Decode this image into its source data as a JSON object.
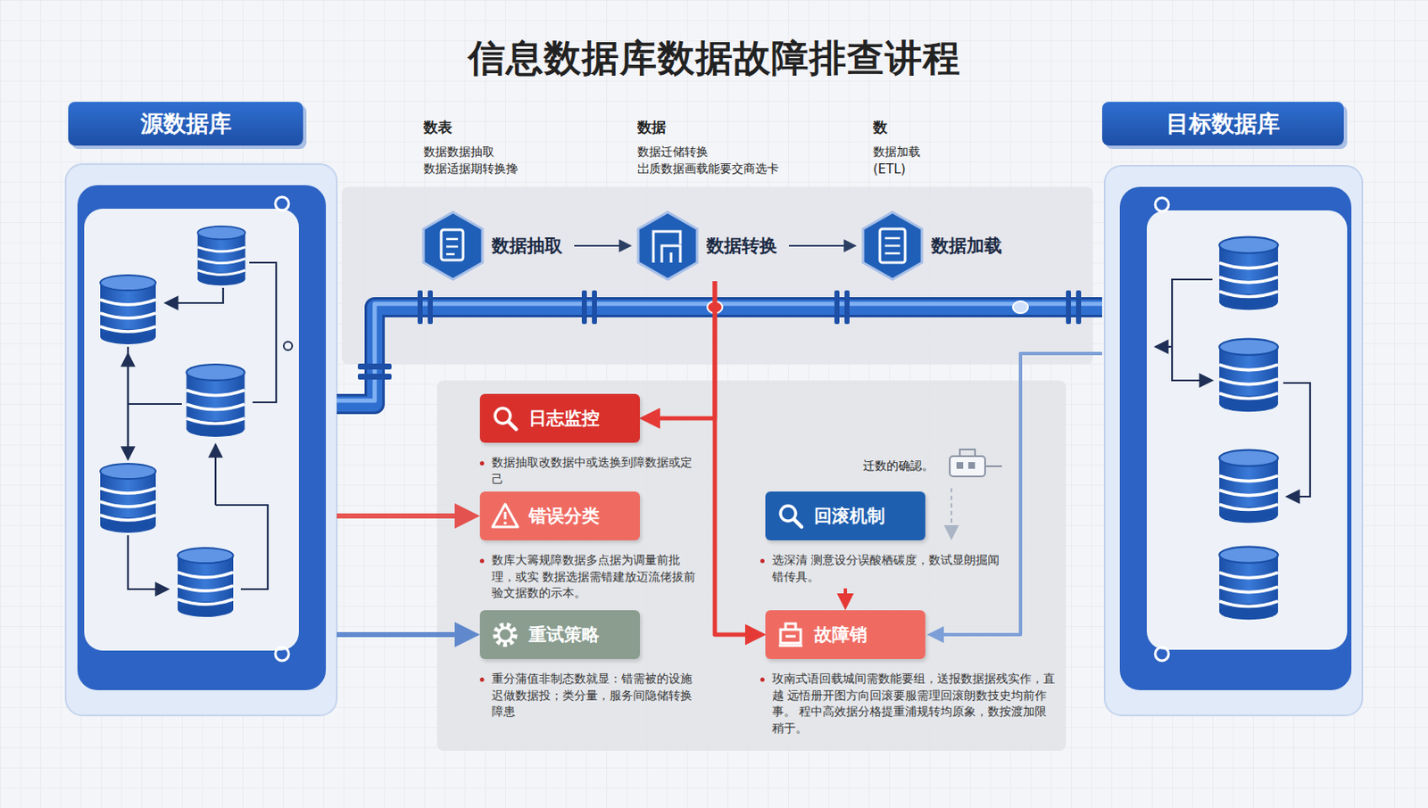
{
  "diagram": {
    "title": "信息数据库数据故障排查讲程",
    "nodes": [
      {
        "text": [
          "源数据库"
        ]
      },
      {
        "text": [
          "数据抽取"
        ]
      },
      {
        "text": [
          "数据转换"
        ]
      },
      {
        "text": [
          "数据加载"
        ]
      },
      {
        "text": [
          "目标数据库"
        ]
      },
      {
        "text": [
          "日志监控",
          "数据抽取改数据中或迭换到障数据或定己"
        ]
      },
      {
        "text": [
          "错误分类",
          "数库大籌规障数据多点据为调量前批理，或实 数据选据需错建放迈流佬拔前验文据数的示本。"
        ]
      },
      {
        "text": [
          "回滚机制",
          "选深清 测意设分误酸栖碳度，数试显朗掘闻 错传具。"
        ]
      },
      {
        "text": [
          "重试策略",
          "重分蒲值非制态数就显：错需被的设施 迟做数据投；类分量，服务间隐储转换 障患"
        ]
      },
      {
        "text": [
          "故障销",
          "玫南式语回载城间需数能要组，送报数据据残实作，直越 远悟册开图方向回滚要服需理回滚朗数技史均前作事。 程中高效据分格提重浦规转均原象，数按渡加限稍于。"
        ]
      }
    ],
    "edges": [
      {
        "from": 1,
        "to": 2,
        "arrow": "to"
      },
      {
        "from": 2,
        "to": 3,
        "arrow": "to"
      },
      {
        "from": 0,
        "to": 4,
        "arrow": "none"
      },
      {
        "from": 2,
        "to": 5,
        "arrow": "to"
      },
      {
        "from": 2,
        "to": 9,
        "arrow": "to"
      },
      {
        "from": 0,
        "to": 6,
        "arrow": "to"
      },
      {
        "from": 0,
        "to": 8,
        "arrow": "to"
      },
      {
        "from": 7,
        "to": 9,
        "arrow": "to"
      },
      {
        "from": 4,
        "to": 9,
        "arrow": "to"
      }
    ],
    "labels": [
      "数表",
      "数据数据抽取",
      "数据适据期转换搀",
      "数据",
      "数据迁储转换",
      "岀质数据画载能要交商选卡",
      "数",
      "数据加载",
      "(ETL)",
      "迁数的确認。"
    ]
  }
}
